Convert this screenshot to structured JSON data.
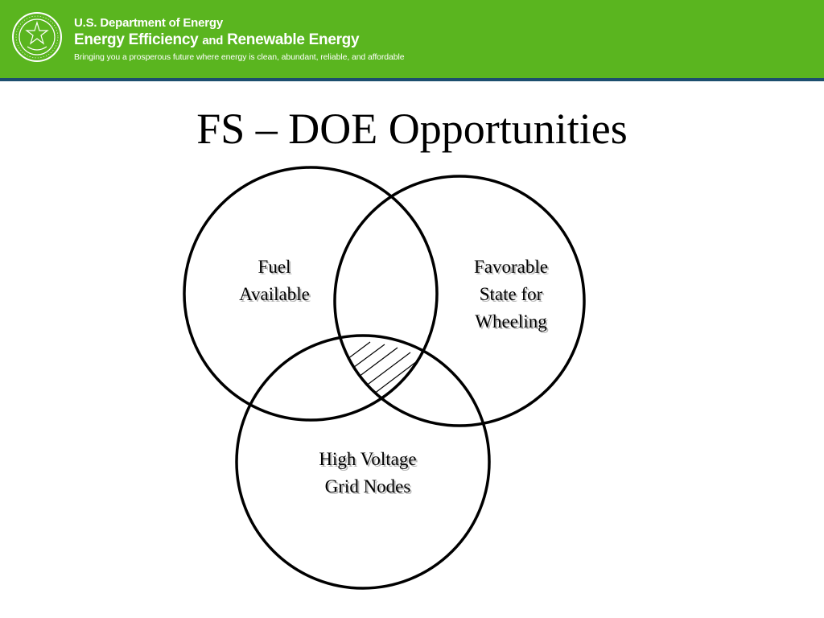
{
  "header": {
    "department": "U.S. Department of Energy",
    "office_part1": "Energy Efficiency",
    "office_conjunction": "and",
    "office_part2": "Renewable Energy",
    "tagline": "Bringing you a prosperous future where energy is clean, abundant, reliable, and affordable",
    "seal_icon": "doe-seal-icon"
  },
  "slide": {
    "title": "FS – DOE Opportunities"
  },
  "venn": {
    "circles": [
      {
        "name": "fuel-available",
        "lines": [
          "Fuel",
          "Available"
        ]
      },
      {
        "name": "favorable-state-for-wheeling",
        "lines": [
          "Favorable",
          "State for",
          "Wheeling"
        ]
      },
      {
        "name": "high-voltage-grid-nodes",
        "lines": [
          "High Voltage",
          "Grid Nodes"
        ]
      }
    ],
    "intersection": "hatched"
  },
  "colors": {
    "banner_green": "#5ab51f",
    "banner_border": "#1c4e6e",
    "circle_stroke": "#000000"
  }
}
